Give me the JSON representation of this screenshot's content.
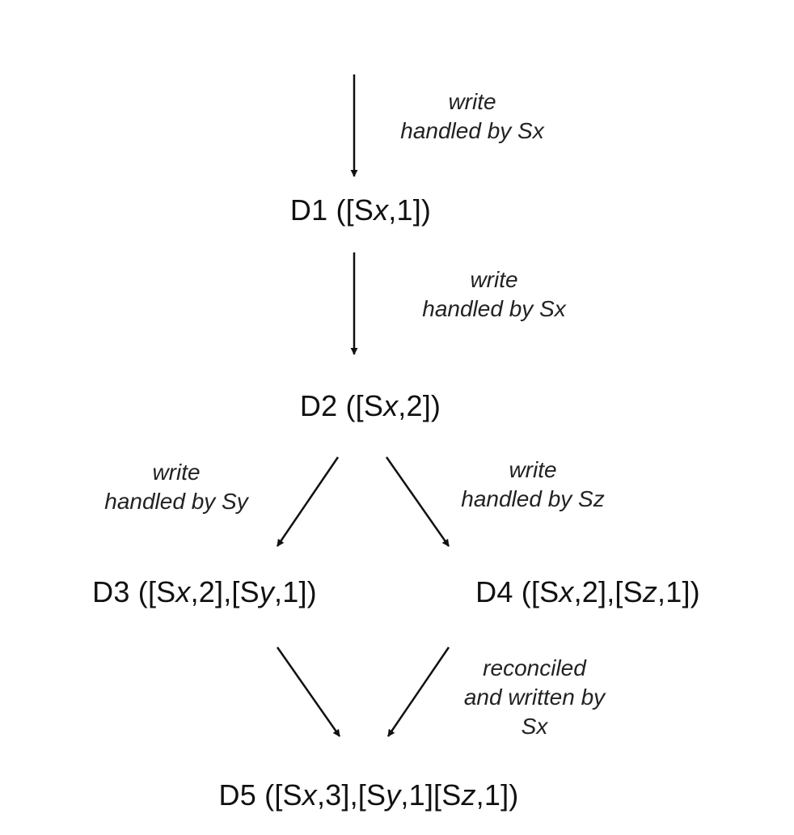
{
  "nodes": {
    "d1": {
      "name": "D1",
      "open": " ([S",
      "v1": "x",
      "rest": ",1])"
    },
    "d2": {
      "name": "D2",
      "open": " ([S",
      "v1": "x",
      "rest": ",2])"
    },
    "d3": {
      "name": "D3",
      "open": " ([S",
      "v1": "x",
      "mid": ",2],[S",
      "v2": "y",
      "rest": ",1])"
    },
    "d4": {
      "name": "D4",
      "open": " ([S",
      "v1": "x",
      "mid": ",2],[S",
      "v2": "z",
      "rest": ",1])"
    },
    "d5": {
      "name": "D5",
      "open": " ([S",
      "v1": "x",
      "mid1": ",3],[S",
      "v2": "y",
      "mid2": ",1][S",
      "v3": "z",
      "rest": ",1])"
    }
  },
  "edges": {
    "input_d1": {
      "line1": "write",
      "line2": "handled by Sx"
    },
    "d1_d2": {
      "line1": "write",
      "line2": "handled by Sx"
    },
    "d2_d3": {
      "line1": "write",
      "line2": "handled by Sy"
    },
    "d2_d4": {
      "line1": "write",
      "line2": "handled by Sz"
    },
    "d4_d5": {
      "line1": "reconciled",
      "line2": "and written by",
      "line3": "Sx"
    }
  }
}
